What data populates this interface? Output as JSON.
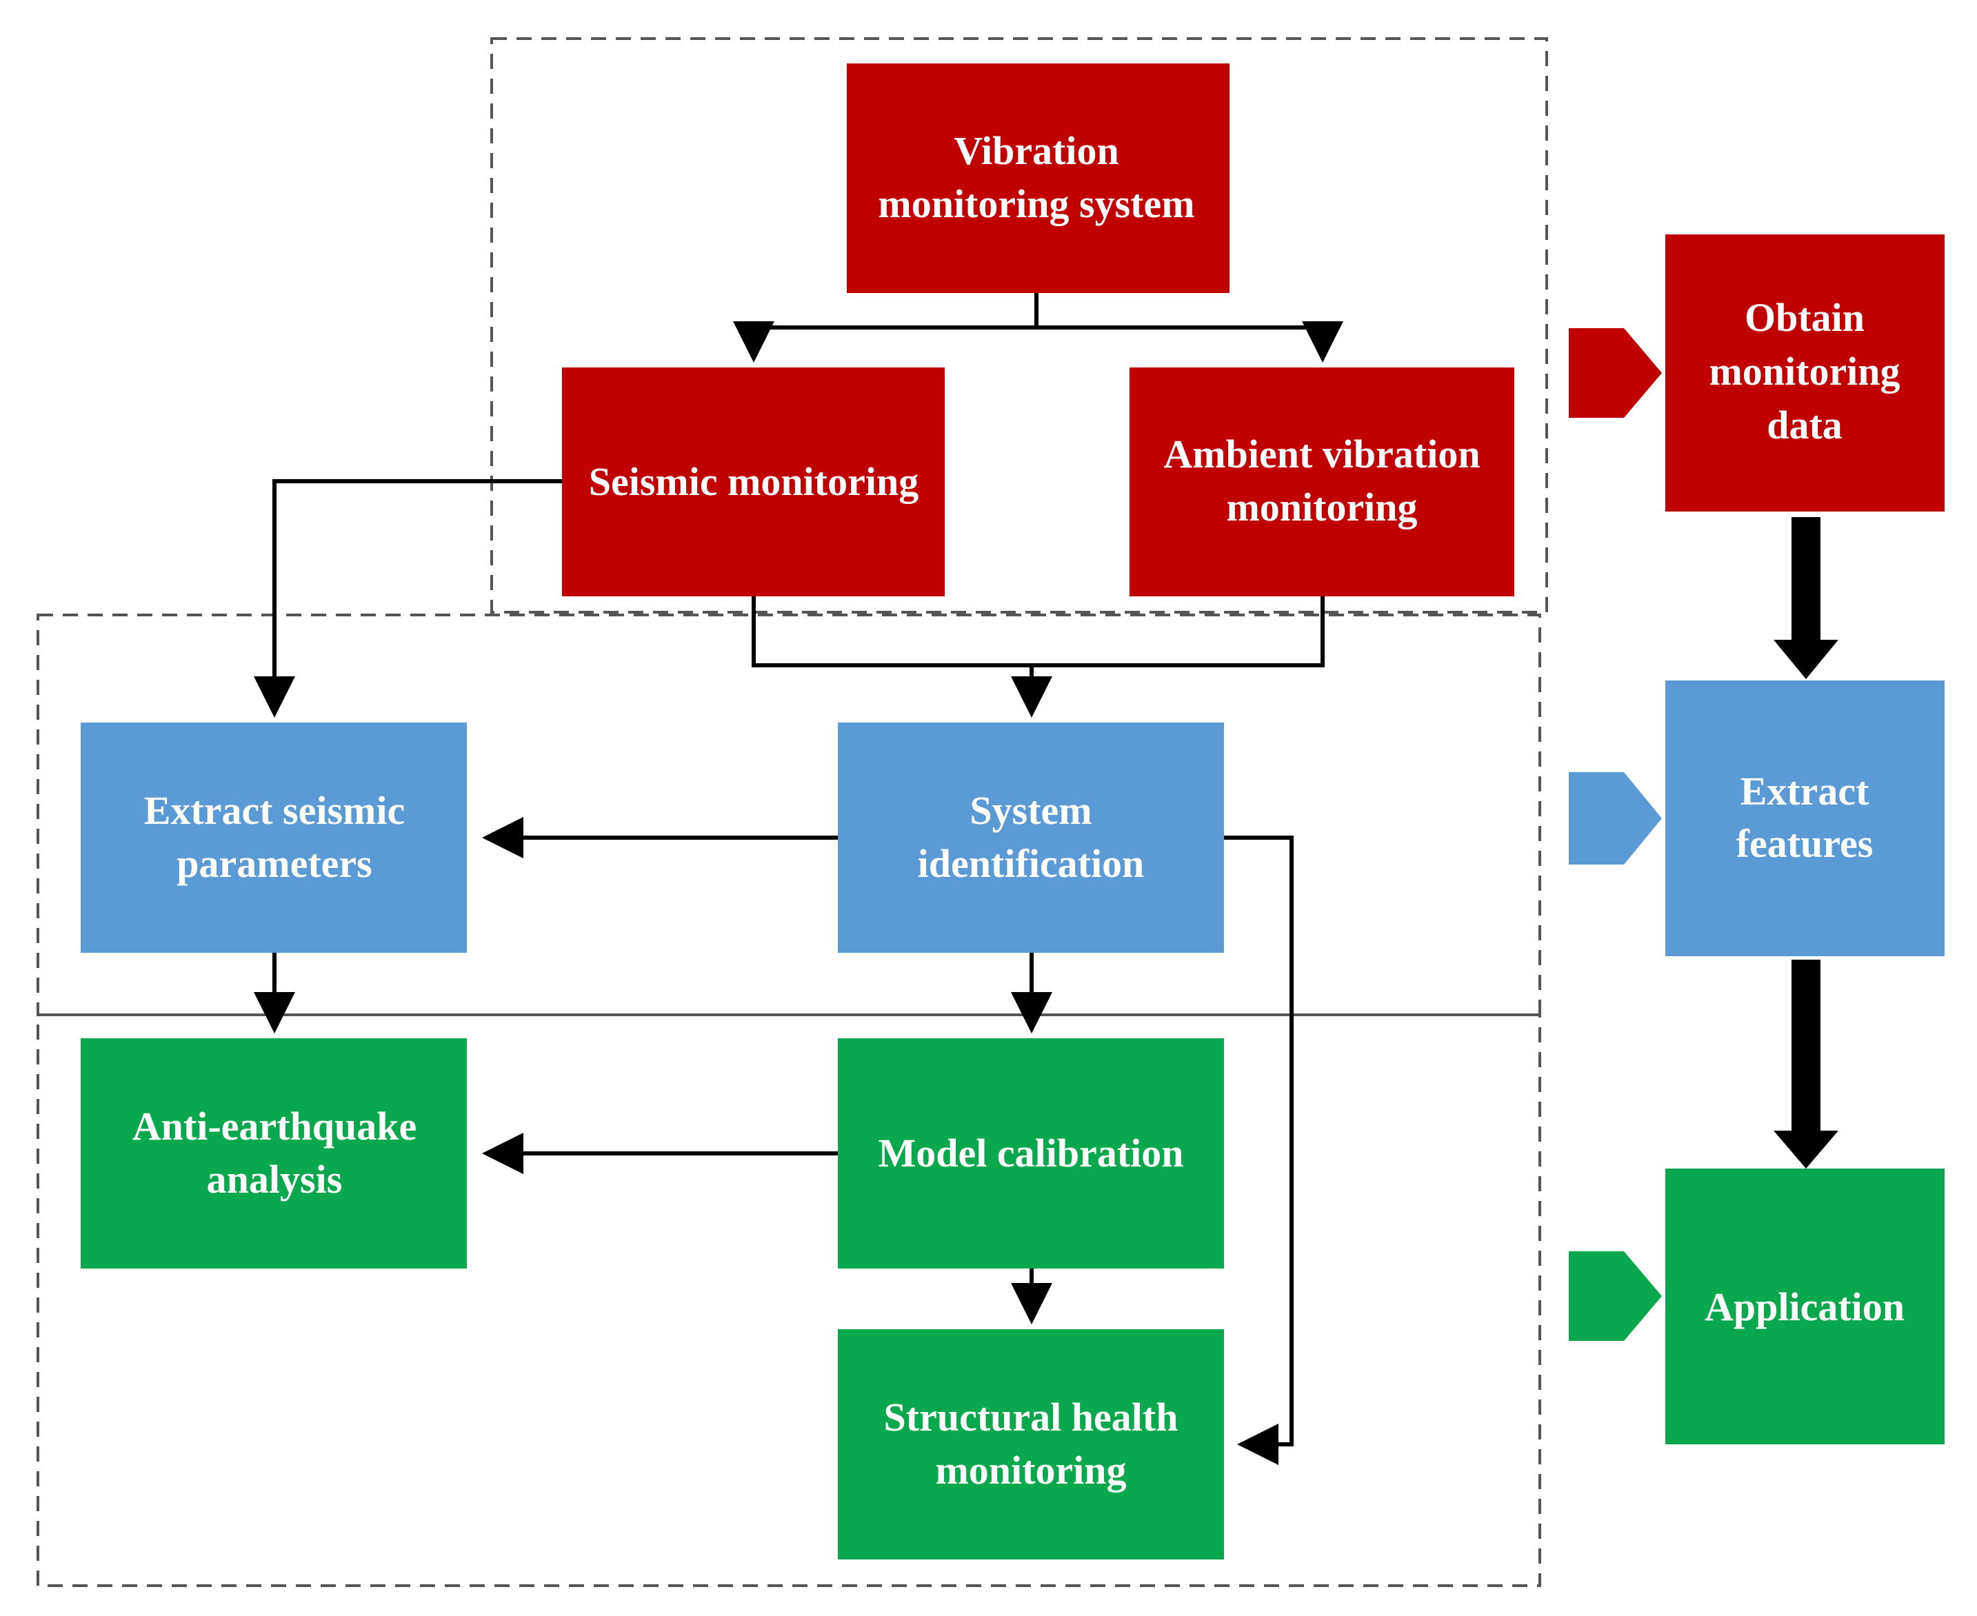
{
  "diagram": {
    "colors": {
      "red": "#c00000",
      "blue": "#5b9bd5",
      "green": "#0aa84e",
      "line": "#000000",
      "dash": "#555555"
    },
    "nodes": {
      "vibration_system": {
        "lines": [
          "Vibration",
          "monitoring system"
        ],
        "color": "red"
      },
      "seismic_monitoring": {
        "lines": [
          "Seismic monitoring"
        ],
        "color": "red"
      },
      "ambient_monitoring": {
        "lines": [
          "Ambient vibration",
          "monitoring"
        ],
        "color": "red"
      },
      "extract_seismic": {
        "lines": [
          "Extract seismic",
          "parameters"
        ],
        "color": "blue"
      },
      "system_identification": {
        "lines": [
          "System",
          "identification"
        ],
        "color": "blue"
      },
      "anti_earthquake": {
        "lines": [
          "Anti-earthquake",
          "analysis"
        ],
        "color": "green"
      },
      "model_calibration": {
        "lines": [
          "Model calibration"
        ],
        "color": "green"
      },
      "structural_health": {
        "lines": [
          "Structural health",
          "monitoring"
        ],
        "color": "green"
      }
    },
    "stages": [
      {
        "id": "obtain",
        "lines": [
          "Obtain",
          "monitoring",
          "data"
        ],
        "color": "red"
      },
      {
        "id": "extract",
        "lines": [
          "Extract",
          "features"
        ],
        "color": "blue"
      },
      {
        "id": "application",
        "lines": [
          "Application"
        ],
        "color": "green"
      }
    ],
    "edges": [
      [
        "vibration_system",
        "seismic_monitoring"
      ],
      [
        "vibration_system",
        "ambient_monitoring"
      ],
      [
        "seismic_monitoring",
        "extract_seismic"
      ],
      [
        "seismic_monitoring",
        "system_identification"
      ],
      [
        "ambient_monitoring",
        "system_identification"
      ],
      [
        "system_identification",
        "extract_seismic"
      ],
      [
        "system_identification",
        "model_calibration"
      ],
      [
        "system_identification",
        "structural_health"
      ],
      [
        "extract_seismic",
        "anti_earthquake"
      ],
      [
        "model_calibration",
        "anti_earthquake"
      ],
      [
        "model_calibration",
        "structural_health"
      ],
      [
        "obtain",
        "extract"
      ],
      [
        "extract",
        "application"
      ]
    ]
  }
}
